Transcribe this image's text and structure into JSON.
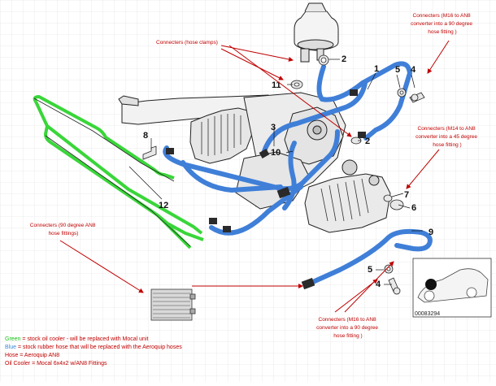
{
  "parts": {
    "p1": "1",
    "p2a": "2",
    "p2b": "2",
    "p3": "3",
    "p4a": "4",
    "p4b": "4",
    "p5a": "5",
    "p5b": "5",
    "p6": "6",
    "p7": "7",
    "p8": "8",
    "p9": "9",
    "p10": "10",
    "p11": "11",
    "p12": "12"
  },
  "annotations": {
    "hose_clamps": "Connecters (hose clamps)",
    "m16_top": [
      "Connecters (M16 to AN8",
      "converter into a 90 degree",
      "hose fitting )"
    ],
    "m14": [
      "Connecters (M14 to AN8",
      "converter into a 45 degree",
      "hose fitting )"
    ],
    "ninety": [
      "Connecters (90 degree AN8",
      "hose fittings)"
    ],
    "m16_bottom": [
      "Connecters (M16 to AN8",
      "converter into a 90 degree",
      "hose fitting )"
    ]
  },
  "legend": {
    "green_word": "Green",
    "green_text": " = stock oil cooler - will be replaced with Mocal unit",
    "blue_word": "Blue",
    "blue_text": " = stock rubber hose that will be replaced with the Aeroquip hoses",
    "hose": "Hose = Aeroquip AN8",
    "cooler": "Oil Cooler = Mocal 6x4x2 w/AN8 Fittings"
  },
  "reference_code": "00083294",
  "colors": {
    "green_line": "#39d639",
    "blue_line": "#3f7fd8",
    "annotation": "#c00000",
    "grid": "#d8d8d8"
  }
}
